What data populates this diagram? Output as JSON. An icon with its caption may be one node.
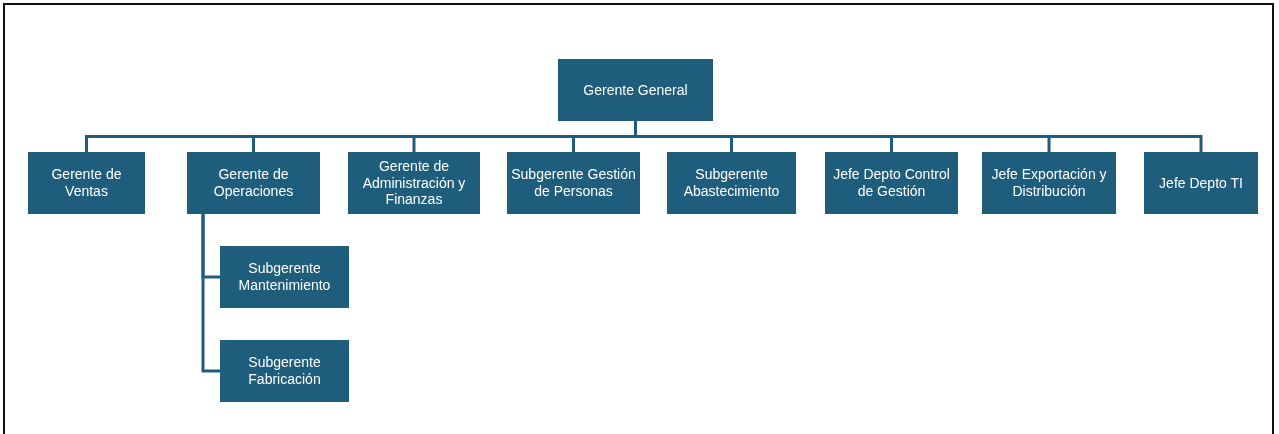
{
  "diagram": {
    "nodes": [
      {
        "text": [
          "Gerente General"
        ]
      },
      {
        "text": [
          "Gerente de Ventas"
        ]
      },
      {
        "text": [
          "Gerente de Operaciones"
        ]
      },
      {
        "text": [
          "Gerente de Administración y Finanzas"
        ]
      },
      {
        "text": [
          "Subgerente Gestión de Personas"
        ]
      },
      {
        "text": [
          "Subgerente Abastecimiento"
        ]
      },
      {
        "text": [
          "Jefe Depto Control de Gestión"
        ]
      },
      {
        "text": [
          "Jefe Exportación y Distribución"
        ]
      },
      {
        "text": [
          "Jefe Depto TI"
        ]
      },
      {
        "text": [
          "Subgerente Mantenimiento"
        ]
      },
      {
        "text": [
          "Subgerente Fabricación"
        ]
      }
    ],
    "edges": [
      {
        "from": 0,
        "to": 1,
        "arrow": "none"
      },
      {
        "from": 0,
        "to": 2,
        "arrow": "none"
      },
      {
        "from": 0,
        "to": 3,
        "arrow": "none"
      },
      {
        "from": 0,
        "to": 4,
        "arrow": "none"
      },
      {
        "from": 0,
        "to": 5,
        "arrow": "none"
      },
      {
        "from": 0,
        "to": 6,
        "arrow": "none"
      },
      {
        "from": 0,
        "to": 7,
        "arrow": "none"
      },
      {
        "from": 0,
        "to": 8,
        "arrow": "none"
      },
      {
        "from": 2,
        "to": 9,
        "arrow": "none"
      },
      {
        "from": 2,
        "to": 10,
        "arrow": "none"
      }
    ]
  }
}
